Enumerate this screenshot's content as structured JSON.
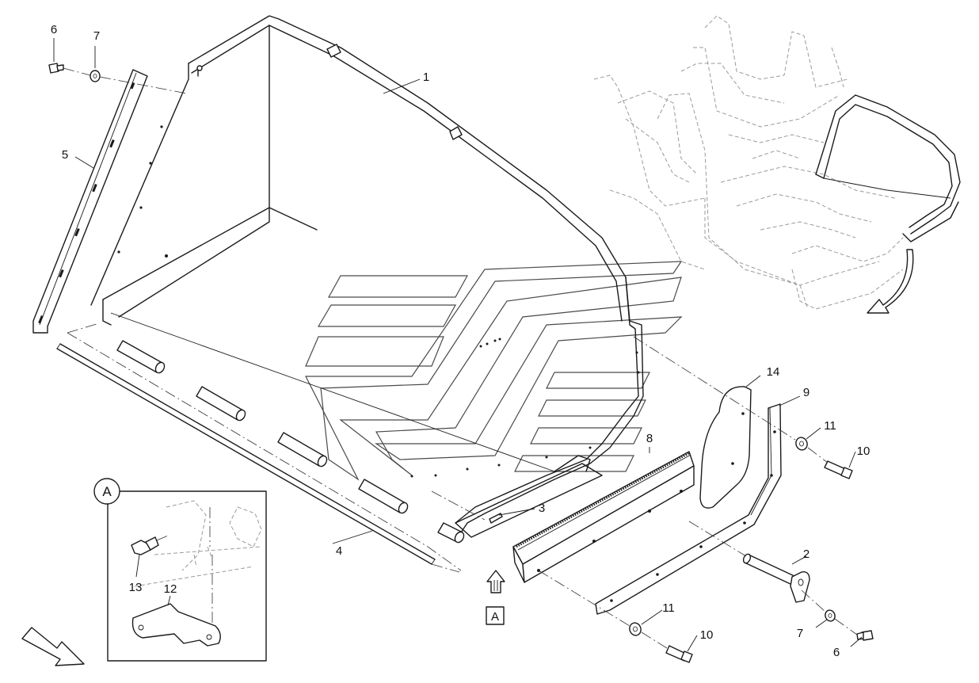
{
  "detail_view": {
    "marker": "A",
    "reference": "A"
  },
  "callouts": [
    {
      "id": "c1",
      "text": "1"
    },
    {
      "id": "c2",
      "text": "2"
    },
    {
      "id": "c3",
      "text": "3"
    },
    {
      "id": "c4",
      "text": "4"
    },
    {
      "id": "c5",
      "text": "5"
    },
    {
      "id": "c6a",
      "text": "6"
    },
    {
      "id": "c6b",
      "text": "6"
    },
    {
      "id": "c7a",
      "text": "7"
    },
    {
      "id": "c7b",
      "text": "7"
    },
    {
      "id": "c8",
      "text": "8"
    },
    {
      "id": "c9",
      "text": "9"
    },
    {
      "id": "c10a",
      "text": "10"
    },
    {
      "id": "c10b",
      "text": "10"
    },
    {
      "id": "c11a",
      "text": "11"
    },
    {
      "id": "c11b",
      "text": "11"
    },
    {
      "id": "c12",
      "text": "12"
    },
    {
      "id": "c13",
      "text": "13"
    },
    {
      "id": "c14",
      "text": "14"
    }
  ],
  "colors": {
    "line": "#1a1a1a",
    "ghost": "#9a9a9a",
    "logo": "#4a4a4a",
    "background": "#ffffff"
  }
}
